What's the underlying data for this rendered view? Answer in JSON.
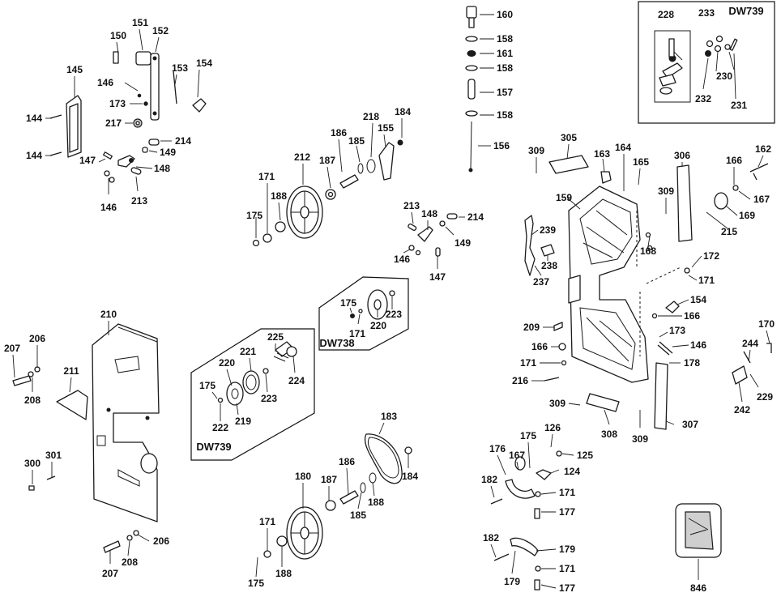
{
  "diagram": {
    "inset_boxes": [
      {
        "label": "DW739"
      },
      {
        "label": "DW738"
      },
      {
        "label": "DW739"
      }
    ],
    "part_numbers": [
      "160",
      "158",
      "161",
      "158",
      "157",
      "158",
      "156",
      "228",
      "233",
      "DW739",
      "230",
      "232",
      "231",
      "150",
      "151",
      "152",
      "153",
      "154",
      "146",
      "173",
      "217",
      "145",
      "144",
      "144",
      "214",
      "149",
      "147",
      "148",
      "146",
      "213",
      "184",
      "218",
      "186",
      "155",
      "185",
      "187",
      "212",
      "171",
      "188",
      "175",
      "213",
      "148",
      "214",
      "149",
      "146",
      "147",
      "175",
      "171",
      "220",
      "223",
      "DW738",
      "225",
      "221",
      "220",
      "224",
      "175",
      "223",
      "219",
      "222",
      "DW739",
      "210",
      "207",
      "206",
      "208",
      "211",
      "300",
      "301",
      "207",
      "208",
      "206",
      "183",
      "186",
      "184",
      "180",
      "187",
      "188",
      "185",
      "171",
      "175",
      "188",
      "309",
      "305",
      "163",
      "164",
      "165",
      "306",
      "162",
      "166",
      "167",
      "169",
      "215",
      "159",
      "309",
      "239",
      "238",
      "237",
      "168",
      "172",
      "171",
      "154",
      "166",
      "173",
      "146",
      "209",
      "166",
      "171",
      "216",
      "178",
      "170",
      "244",
      "242",
      "229",
      "309",
      "308",
      "309",
      "307",
      "126",
      "175",
      "125",
      "176",
      "167",
      "124",
      "182",
      "171",
      "177",
      "182",
      "179",
      "179",
      "171",
      "177",
      "846"
    ]
  }
}
